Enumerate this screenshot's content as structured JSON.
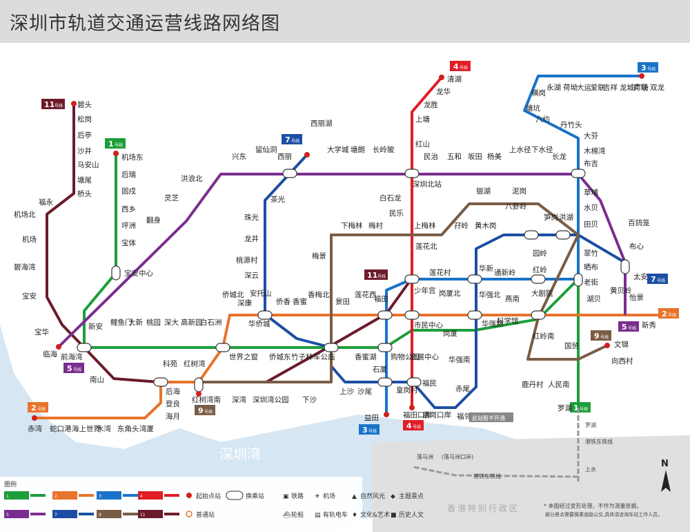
{
  "title": "深圳市轨道交通运营线路网络图",
  "lines": [
    {
      "id": "1",
      "badge": "1",
      "suffix": "号线",
      "color": "#1d9e3a"
    },
    {
      "id": "2",
      "badge": "2",
      "suffix": "号线",
      "color": "#e8732a"
    },
    {
      "id": "3",
      "badge": "3",
      "suffix": "号线",
      "color": "#1a73c8"
    },
    {
      "id": "4",
      "badge": "4",
      "suffix": "号线",
      "color": "#e11d25"
    },
    {
      "id": "5",
      "badge": "5",
      "suffix": "号线",
      "color": "#7a2e8f"
    },
    {
      "id": "7",
      "badge": "7",
      "suffix": "号线",
      "color": "#1d4ea3"
    },
    {
      "id": "9",
      "badge": "9",
      "suffix": "号线",
      "color": "#7a5c45"
    },
    {
      "id": "11",
      "badge": "11",
      "suffix": "号线",
      "color": "#6b1b2a"
    }
  ],
  "stations": [
    "碧头",
    "松岗",
    "后亭",
    "沙井",
    "马安山",
    "塘尾",
    "桥头",
    "福永",
    "机场北",
    "机场",
    "碧海湾",
    "宝安",
    "机场东",
    "后瑞",
    "固戍",
    "西乡",
    "坪洲",
    "宝体",
    "宝安中心",
    "新安",
    "前海湾",
    "临海",
    "宝华",
    "南山",
    "兴东",
    "留仙洞",
    "西丽",
    "洪浪北",
    "灵芝",
    "翻身",
    "茶光",
    "珠光",
    "龙井",
    "桃源村",
    "深云",
    "安托山",
    "侨城北",
    "深康",
    "侨香",
    "香蜜",
    "香梅北",
    "景田",
    "莲花西",
    "福田",
    "少年宫",
    "岗厦北",
    "华强北",
    "燕南",
    "大剧院",
    "湖贝",
    "黄贝岭",
    "新秀",
    "鲤鱼门",
    "大新",
    "桃园",
    "深大",
    "高新园",
    "白石洲",
    "世界之窗",
    "华侨城",
    "侨城东",
    "竹子林",
    "车公庙",
    "香蜜湖",
    "购物公园",
    "会展中心",
    "岗厦",
    "华强路",
    "科学馆",
    "国贸",
    "老街",
    "晒布",
    "翠竹",
    "田贝",
    "水贝",
    "草埔",
    "布吉",
    "科苑",
    "红树湾",
    "后海",
    "登良",
    "海月",
    "红树湾南",
    "深湾",
    "深圳湾公园",
    "下沙",
    "上沙",
    "沙尾",
    "石厦",
    "皇岗村",
    "福民",
    "赤湾",
    "蛇口港",
    "海上世界",
    "水湾",
    "东角头",
    "湾厦",
    "清湖",
    "龙华",
    "龙胜",
    "上塘",
    "红山",
    "深圳北站",
    "白石龙",
    "民乐",
    "上梅林",
    "莲花北",
    "市民中心",
    "福田口岸",
    "西丽湖",
    "大学城",
    "塘朗",
    "长岭陂",
    "民治",
    "五和",
    "坂田",
    "杨美",
    "上水径",
    "下水径",
    "长龙",
    "双龙",
    "南联",
    "龙城广场",
    "吉祥",
    "爱联",
    "大运",
    "荷坳",
    "永湖",
    "横岗",
    "塘坑",
    "六约",
    "丹竹头",
    "大芬",
    "木棉湾",
    "百鸽笼",
    "布心",
    "太安",
    "怡景",
    "下梅林",
    "梅村",
    "梅景",
    "孖岭",
    "银湖",
    "泥岗",
    "八卦岭",
    "笋岗",
    "洪湖",
    "园岭",
    "红岭",
    "红岭南",
    "鹿丹村",
    "人民南",
    "罗湖",
    "黄木岗",
    "华新",
    "莲花村",
    "通新岭",
    "华强南",
    "赤尾",
    "皇岗口岸",
    "福邻",
    "益田",
    "向西村",
    "文锦"
  ],
  "water_label": "深圳湾",
  "hk_label": "香港特别行政区",
  "closed_note": "此站暂不开通",
  "border": {
    "stations": [
      "罗湖",
      "落马洲",
      "上水"
    ],
    "lines": [
      "港铁东铁线",
      "港铁东铁线"
    ],
    "note": "(落马洲口岸)"
  },
  "legend": {
    "title": "图例",
    "start_station": "起始点站",
    "normal_station": "普通站",
    "transfer_station": "换乘站",
    "icons": [
      {
        "icon": "rail-icon",
        "label": "铁路"
      },
      {
        "icon": "plane-icon",
        "label": "机场"
      },
      {
        "icon": "landscape-icon",
        "label": "自然风光"
      },
      {
        "icon": "attraction-icon",
        "label": "主题景点"
      },
      {
        "icon": "ship-icon",
        "label": "轮船"
      },
      {
        "icon": "tram-icon",
        "label": "有轨电车"
      },
      {
        "icon": "culture-icon",
        "label": "文化&艺术"
      },
      {
        "icon": "history-icon",
        "label": "历史人文"
      }
    ]
  },
  "disclaimer": [
    "* 本图经过变形处理，不作为测量依据。",
    "部分景点需要换乘道路公交,具体请咨询车站工作人员。"
  ]
}
